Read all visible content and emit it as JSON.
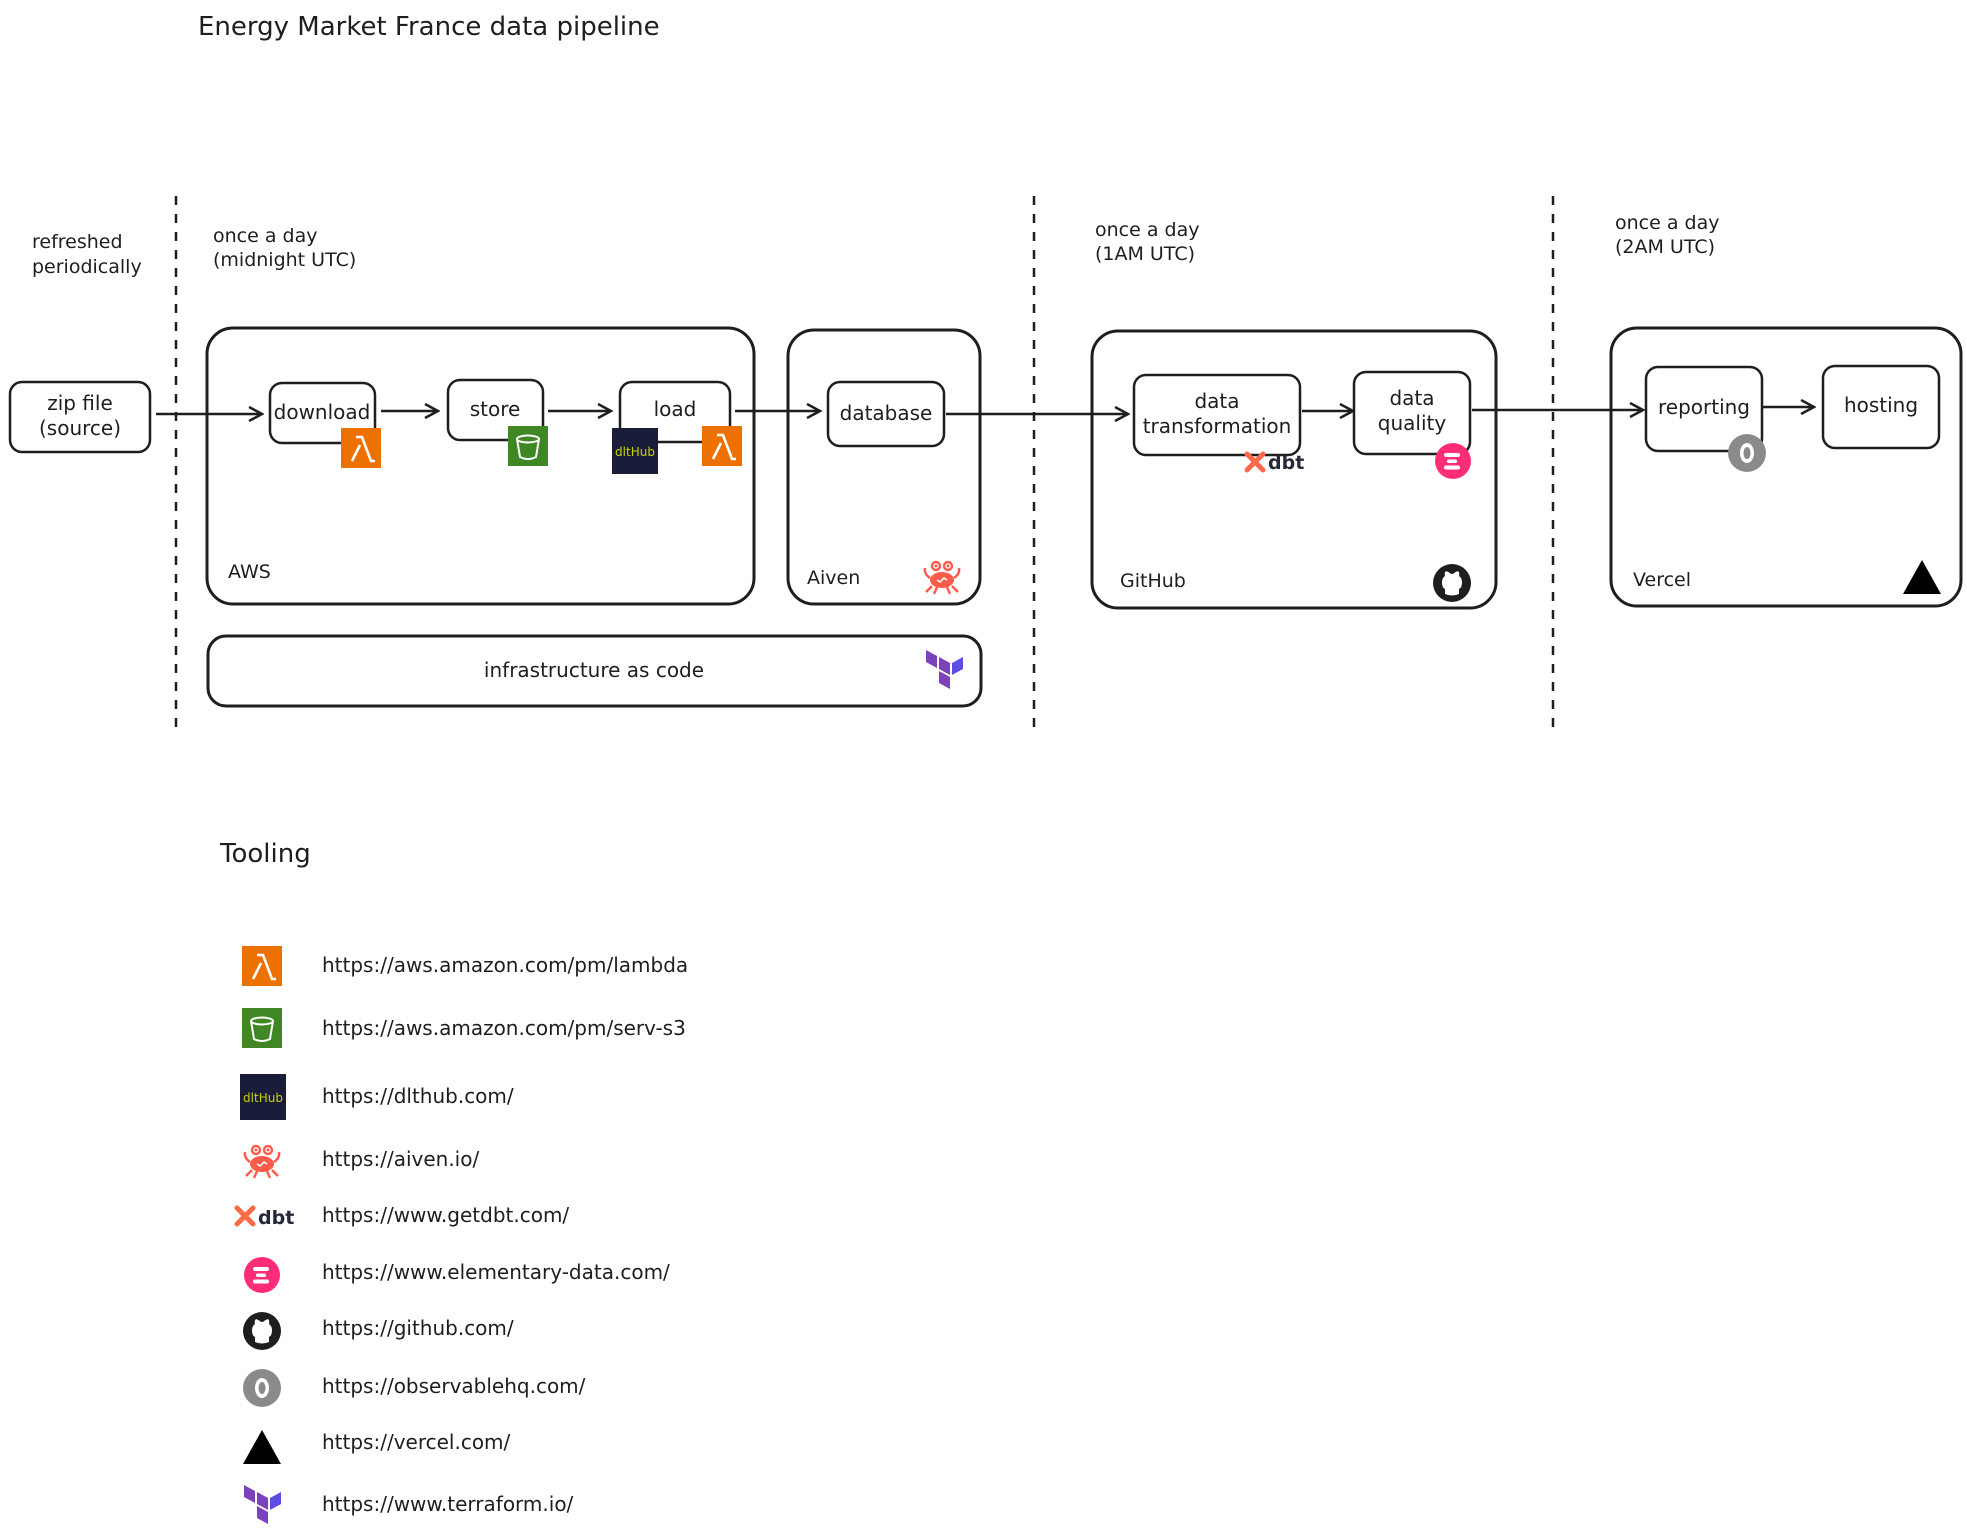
{
  "title": "Energy Market France data pipeline",
  "source": {
    "label": "refreshed\nperiodically",
    "node": "zip file\n(source)"
  },
  "schedules": {
    "aws": "once a day\n(midnight UTC)",
    "github": "once a day\n(1AM UTC)",
    "vercel": "once a day\n(2AM UTC)"
  },
  "groups": {
    "aws": "AWS",
    "aiven": "Aiven",
    "github": "GitHub",
    "vercel": "Vercel",
    "iac": "infrastructure as code"
  },
  "nodes": {
    "download": "download",
    "store": "store",
    "load": "load",
    "database": "database",
    "transformation": "data\ntransformation",
    "quality": "data\nquality",
    "reporting": "reporting",
    "hosting": "hosting"
  },
  "logo_text": {
    "dlthub": "dltHub",
    "dbt": "dbt"
  },
  "tooling": {
    "heading": "Tooling",
    "items": [
      {
        "icon": "aws-lambda-icon",
        "url": "https://aws.amazon.com/pm/lambda"
      },
      {
        "icon": "aws-s3-icon",
        "url": "https://aws.amazon.com/pm/serv-s3"
      },
      {
        "icon": "dlthub-icon",
        "url": "https://dlthub.com/"
      },
      {
        "icon": "aiven-icon",
        "url": "https://aiven.io/"
      },
      {
        "icon": "dbt-icon",
        "url": "https://www.getdbt.com/"
      },
      {
        "icon": "elementary-icon",
        "url": "https://www.elementary-data.com/"
      },
      {
        "icon": "github-icon",
        "url": "https://github.com/"
      },
      {
        "icon": "observable-icon",
        "url": "https://observablehq.com/"
      },
      {
        "icon": "vercel-icon",
        "url": "https://vercel.com/"
      },
      {
        "icon": "terraform-icon",
        "url": "https://www.terraform.io/"
      }
    ]
  },
  "colors": {
    "lambda": "#ed7100",
    "s3": "#3f8624",
    "dlthub_bg": "#1a1d3a",
    "dlthub_text": "#c6d300",
    "aiven": "#ff5a4a",
    "dbt": "#ff694a",
    "elementary": "#ff2d78",
    "terraform": "#7b42bc",
    "observable": "#8a8a8a"
  }
}
